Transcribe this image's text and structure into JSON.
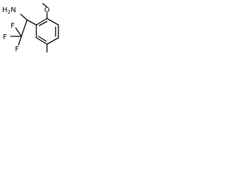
{
  "molecule": {
    "labels": {
      "amine": "H2N",
      "methoxy_oxygen": "O",
      "fluorine_1": "F",
      "fluorine_2": "F",
      "fluorine_3": "F"
    }
  },
  "colors": {
    "bond": "#000000",
    "label": "#000000",
    "background": "#ffffff"
  }
}
